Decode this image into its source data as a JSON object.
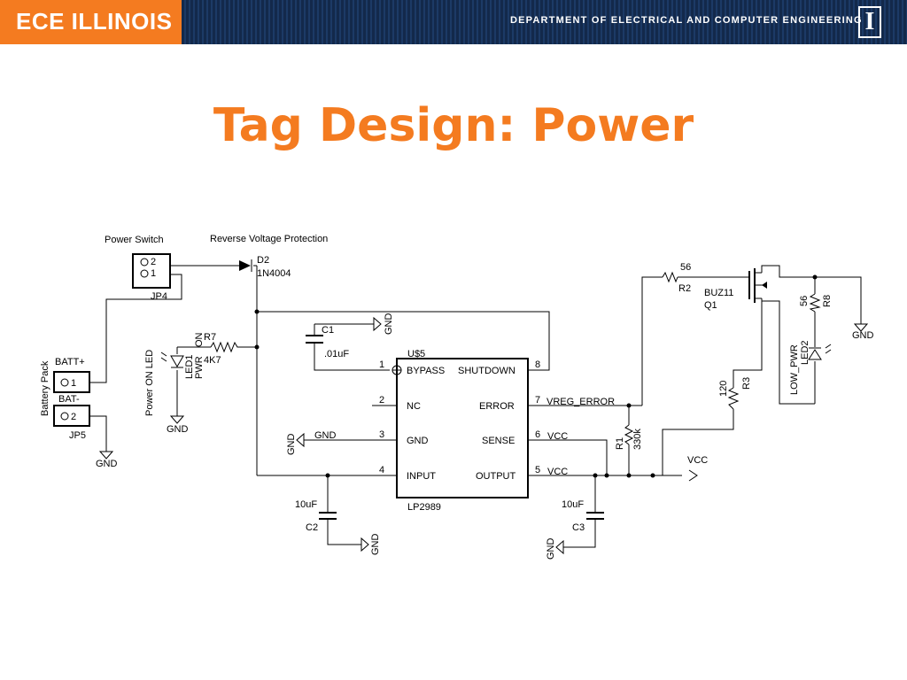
{
  "header": {
    "brand": "ECE ILLINOIS",
    "department": "DEPARTMENT OF ELECTRICAL AND COMPUTER ENGINEERING",
    "logo_letter": "I"
  },
  "title": "Tag Design: Power",
  "schematic": {
    "power_switch": "Power Switch",
    "reverse_protection": "Reverse Voltage Protection",
    "jp4": "JP4",
    "pin2": "2",
    "pin1": "1",
    "d2": "D2",
    "d2_part": "1N4004",
    "battery_pack": "Battery Pack",
    "batt_plus": "BATT+",
    "batt_minus": "BAT-",
    "jp5_pin1": "1",
    "jp5_pin2": "2",
    "jp5": "JP5",
    "jp5_gnd": "GND",
    "power_on_led": "Power ON LED",
    "led1": "LED1",
    "led1_pwr": "PWR",
    "led1_on": "ON",
    "led1_gnd": "GND",
    "r7": "R7",
    "r7_val": "4K7",
    "c1": "C1",
    "c1_val": ".01uF",
    "c1_gnd": "GND",
    "u5": "U$5",
    "u5_part": "LP2989",
    "u5_pin1_num": "1",
    "u5_pin1": "BYPASS",
    "u5_pin2_num": "2",
    "u5_pin2": "NC",
    "u5_pin3_num": "3",
    "u5_pin3": "GND",
    "u5_pin4_num": "4",
    "u5_pin4": "INPUT",
    "u5_pin8_num": "8",
    "u5_pin8": "SHUTDOWN",
    "u5_pin7_num": "7",
    "u5_pin7": "ERROR",
    "u5_pin6_num": "6",
    "u5_pin6": "SENSE",
    "u5_pin5_num": "5",
    "u5_pin5": "OUTPUT",
    "gnd_net": "GND",
    "gnd_sym": "GND",
    "vreg_error": "VREG_ERROR",
    "vcc_sense": "VCC",
    "vcc_out": "VCC",
    "vcc_net": "VCC",
    "c2": "C2",
    "c2_val": "10uF",
    "c2_gnd": "GND",
    "c3": "C3",
    "c3_val": "10uF",
    "c3_gnd": "GND",
    "r1": "R1",
    "r1_val": "330k",
    "r2": "R2",
    "r2_val": "56",
    "q1": "Q1",
    "q1_part": "BUZ11",
    "r3": "R3",
    "r3_val": "120",
    "r8": "R8",
    "r8_val": "56",
    "led2": "LED2",
    "low_pwr": "LOW_PWR",
    "r8_gnd": "GND"
  }
}
